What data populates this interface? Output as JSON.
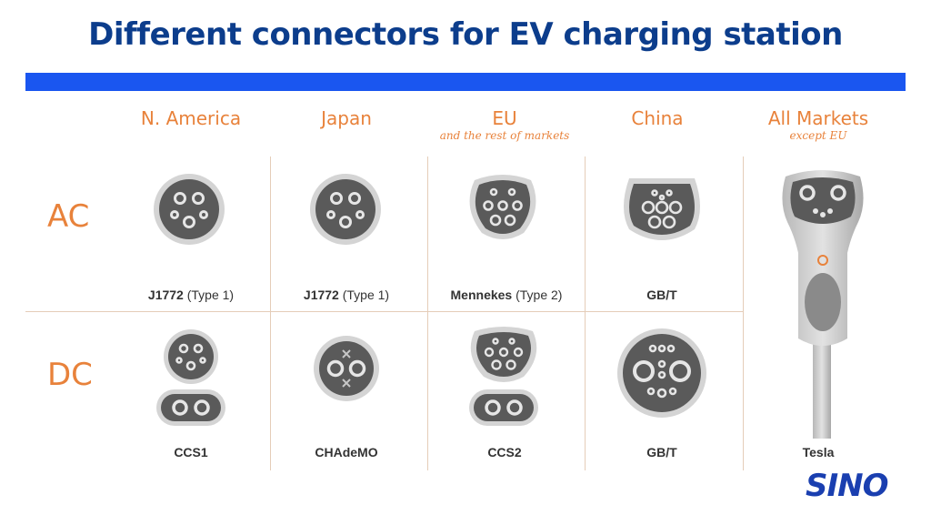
{
  "title": "Different connectors for EV charging station",
  "columns": [
    {
      "name": "N. America",
      "sub": ""
    },
    {
      "name": "Japan",
      "sub": ""
    },
    {
      "name": "EU",
      "sub": "and the rest of markets"
    },
    {
      "name": "China",
      "sub": ""
    },
    {
      "name": "All Markets",
      "sub": "except EU"
    }
  ],
  "rows": {
    "ac": "AC",
    "dc": "DC"
  },
  "ac_connectors": [
    {
      "bold": "J1772",
      "rest": " (Type 1)"
    },
    {
      "bold": "J1772",
      "rest": " (Type 1)"
    },
    {
      "bold": "Mennekes",
      "rest": " (Type 2)"
    },
    {
      "bold": "GB/T",
      "rest": ""
    }
  ],
  "dc_connectors": [
    "CCS1",
    "CHAdeMO",
    "CCS2",
    "GB/T"
  ],
  "tesla_label": "Tesla",
  "logo": "SINO",
  "colors": {
    "title": "#0c3d8c",
    "bar": "#1a56f0",
    "accent": "#e8823b",
    "connector_dark": "#5a5a5a",
    "connector_ring": "#d4d4d4",
    "logo": "#1a3fb0"
  }
}
